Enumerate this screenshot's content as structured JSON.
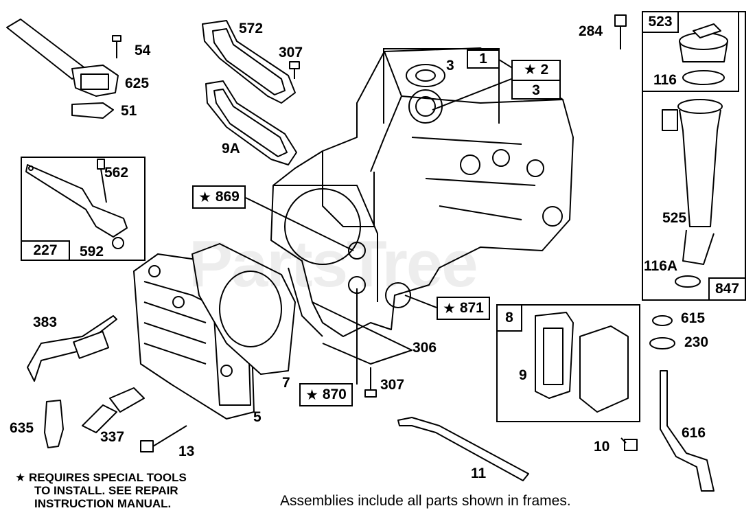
{
  "watermark": "PartsTree",
  "star": "★",
  "labels": {
    "p54": "54",
    "p625": "625",
    "p51": "51",
    "p572": "572",
    "p307a": "307",
    "p9a": "9A",
    "p562": "562",
    "p592": "592",
    "p869": "869",
    "p3a": "3",
    "p1": "1",
    "p2": "2",
    "p3b": "3",
    "p284": "284",
    "p523": "523",
    "p116": "116",
    "p525": "525",
    "p116a": "116A",
    "p847": "847",
    "p871": "871",
    "p306": "306",
    "p383": "383",
    "p7": "7",
    "p870": "870",
    "p307b": "307",
    "p8": "8",
    "p9": "9",
    "p615": "615",
    "p230": "230",
    "p635": "635",
    "p337": "337",
    "p13": "13",
    "p5": "5",
    "p10": "10",
    "p616": "616",
    "p11": "11",
    "p227": "227"
  },
  "note": {
    "line1": "REQUIRES SPECIAL TOOLS",
    "line2": "TO INSTALL.  SEE REPAIR",
    "line3": "INSTRUCTION MANUAL."
  },
  "footer": "Assemblies include all parts shown in frames."
}
